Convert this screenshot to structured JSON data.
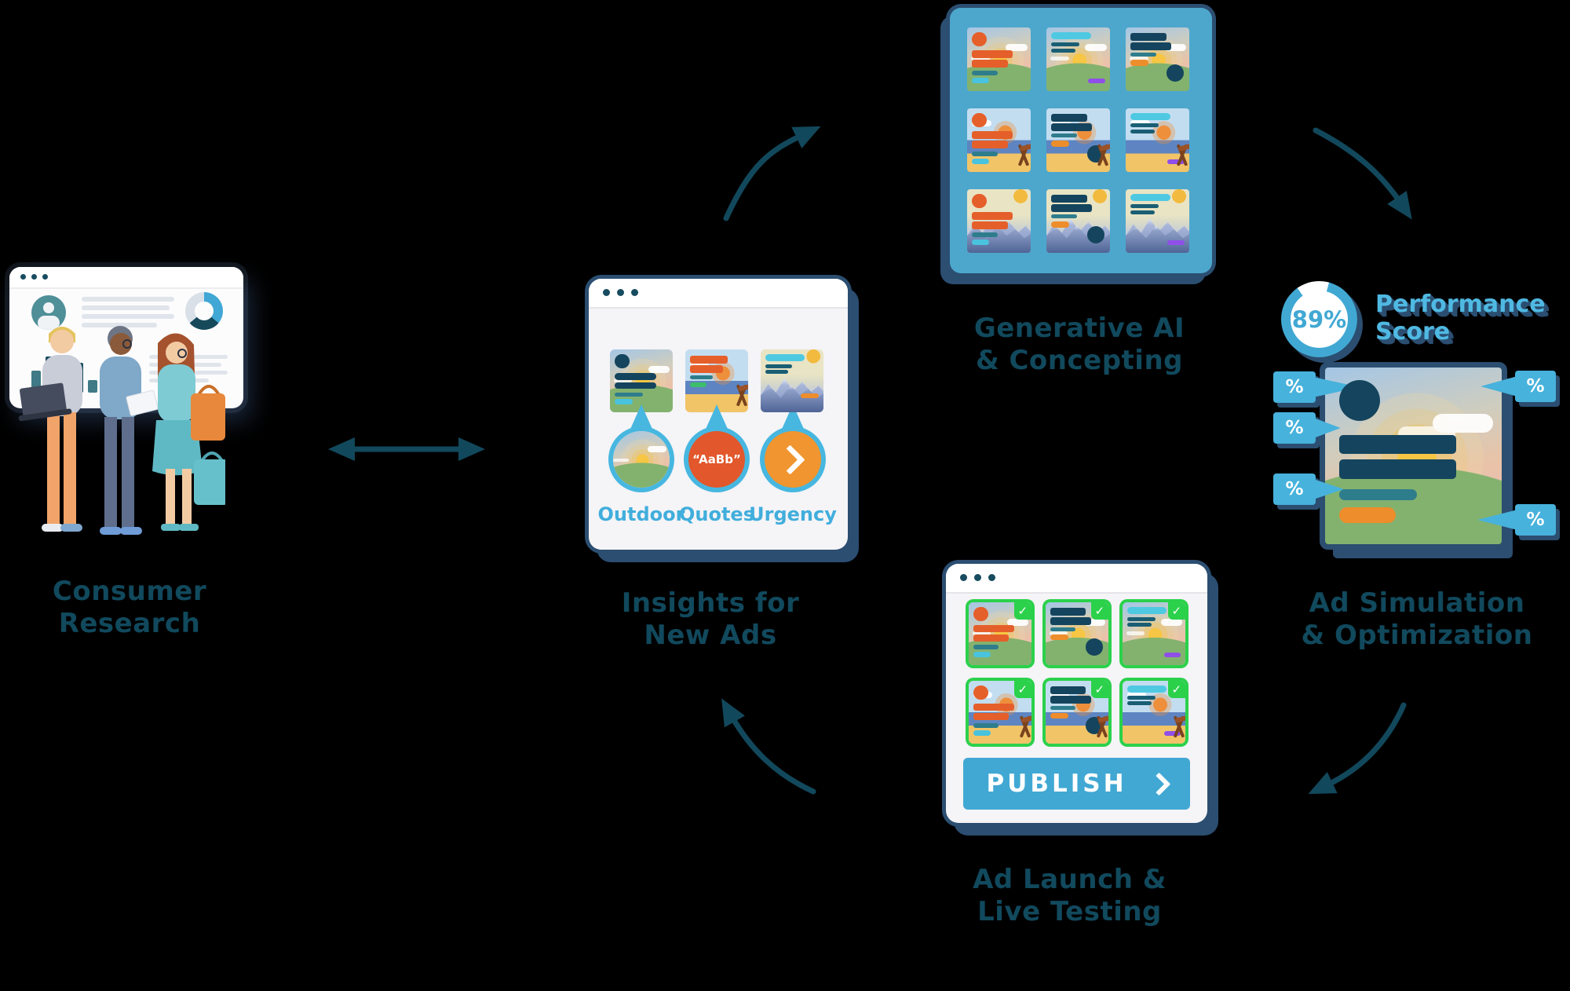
{
  "canvas": {
    "background": "#000000"
  },
  "colors": {
    "dark_teal_text": "#11495D",
    "sky_blue": "#41AEDC",
    "panel_teal": "#4DA7CD",
    "navy_shadow": "#2B4E71",
    "orange": "#E55F2A",
    "orange_pill": "#EE8D2B",
    "cyan_bar": "#4FC9E2",
    "dark_bar": "#15455E",
    "green_check": "#2BD14B",
    "purple_pill": "#8F4FE8",
    "publish_blue": "#41A8D3",
    "drop_blue": "#47B7E0"
  },
  "stages": {
    "consumer_research": {
      "label": "Consumer\nResearch"
    },
    "insights": {
      "label": "Insights for\nNew Ads",
      "ads": [
        {
          "scene": "hills",
          "scheme": "hero_cyan"
        },
        {
          "scene": "beach",
          "scheme": "orange_green"
        },
        {
          "scene": "mountains",
          "scheme": "cyan_orange"
        }
      ],
      "drops": [
        {
          "kind": "scene",
          "label": "Outdoor"
        },
        {
          "kind": "quote",
          "label": "Quotes",
          "text": "“AaBb”"
        },
        {
          "kind": "chevron",
          "label": "Urgency"
        }
      ]
    },
    "generative": {
      "label": "Generative AI\n& Concepting",
      "ads": [
        {
          "scene": "hills",
          "scheme": "orange"
        },
        {
          "scene": "hills",
          "scheme": "cyan"
        },
        {
          "scene": "hills",
          "scheme": "dark"
        },
        {
          "scene": "beach",
          "scheme": "orange"
        },
        {
          "scene": "beach",
          "scheme": "dark"
        },
        {
          "scene": "beach",
          "scheme": "cyan"
        },
        {
          "scene": "mountains",
          "scheme": "orange"
        },
        {
          "scene": "mountains",
          "scheme": "dark"
        },
        {
          "scene": "mountains",
          "scheme": "cyan"
        }
      ]
    },
    "simulation": {
      "label": "Ad Simulation\n& Optimization",
      "score": "89%",
      "score_title": "Performance\nScore",
      "hero": {
        "scene": "hills",
        "scheme": "hero"
      },
      "callouts": [
        "%",
        "%",
        "%",
        "%",
        "%"
      ]
    },
    "launch": {
      "label": "Ad Launch &\nLive Testing",
      "publish_label": "PUBLISH",
      "ads": [
        {
          "scene": "hills",
          "scheme": "orange",
          "approved": true
        },
        {
          "scene": "hills",
          "scheme": "dark",
          "approved": true
        },
        {
          "scene": "hills",
          "scheme": "cyan",
          "approved": true
        },
        {
          "scene": "beach",
          "scheme": "orange",
          "approved": true
        },
        {
          "scene": "beach",
          "scheme": "dark",
          "approved": true
        },
        {
          "scene": "beach",
          "scheme": "cyan",
          "approved": true
        }
      ]
    }
  }
}
